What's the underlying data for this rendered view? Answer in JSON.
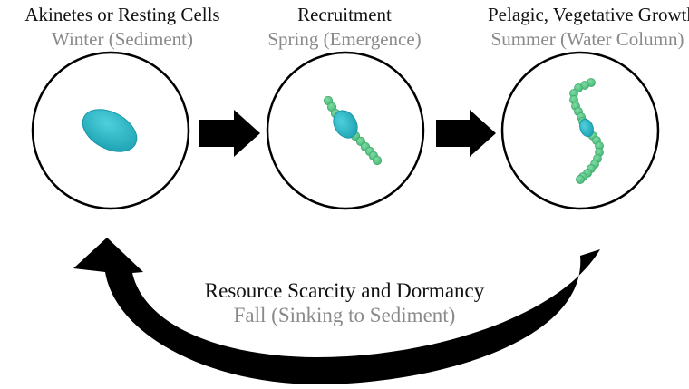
{
  "stages": [
    {
      "title": "Akinetes or Resting Cells",
      "subtitle": "Winter (Sediment)"
    },
    {
      "title": "Recruitment",
      "subtitle": "Spring (Emergence)"
    },
    {
      "title": "Pelagic, Vegetative Growth",
      "subtitle": "Summer (Water Column)"
    }
  ],
  "return_arrow": {
    "title": "Resource Scarcity and Dormancy",
    "subtitle": "Fall (Sinking to Sediment)"
  },
  "colors": {
    "akinete": "#2bb5c4",
    "vegetative_cell": "#5cc98a",
    "arrow": "#000000",
    "subtitle_text": "#8a8a8a"
  }
}
